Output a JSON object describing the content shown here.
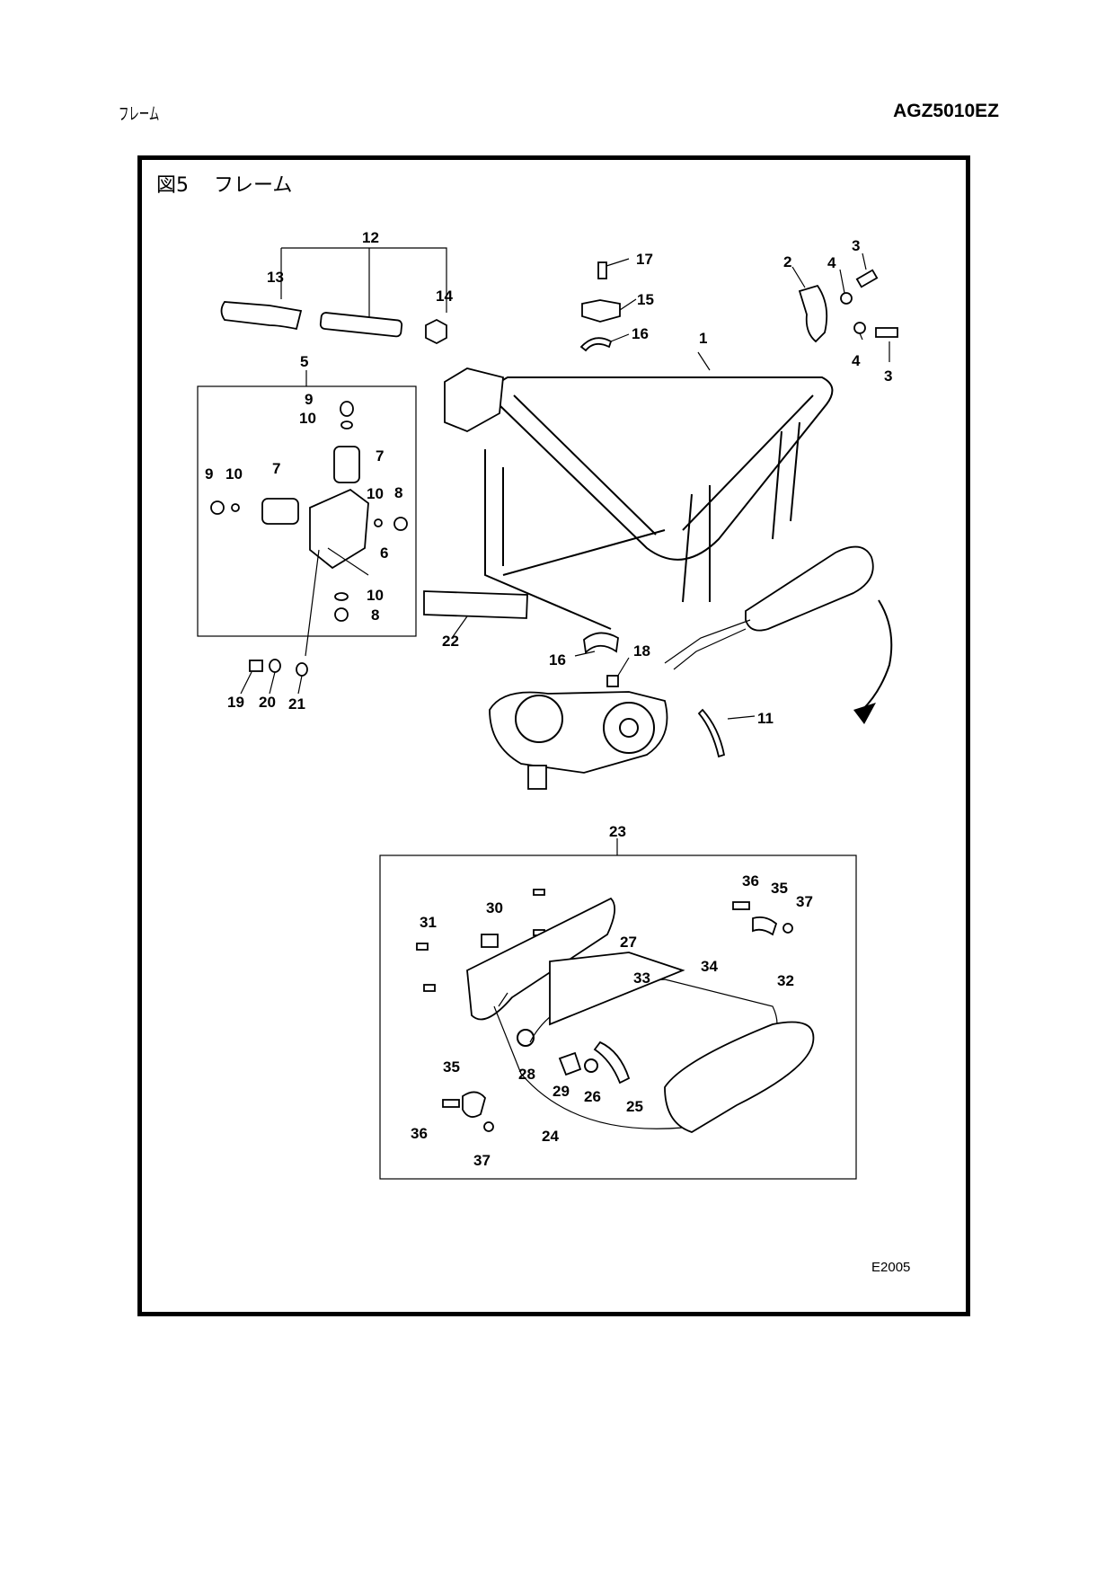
{
  "header": {
    "section": "フレーム",
    "model": "AGZ5010EZ"
  },
  "figure": {
    "number": "図5",
    "title": "フレーム",
    "code": "E2005"
  },
  "callouts": [
    "1",
    "2",
    "3",
    "3",
    "4",
    "4",
    "5",
    "6",
    "7",
    "7",
    "8",
    "8",
    "9",
    "9",
    "10",
    "10",
    "10",
    "10",
    "11",
    "12",
    "13",
    "14",
    "15",
    "16",
    "16",
    "17",
    "18",
    "19",
    "20",
    "21",
    "22",
    "23",
    "24",
    "25",
    "26",
    "27",
    "28",
    "29",
    "30",
    "31",
    "32",
    "33",
    "34",
    "35",
    "35",
    "36",
    "36",
    "37",
    "37"
  ]
}
